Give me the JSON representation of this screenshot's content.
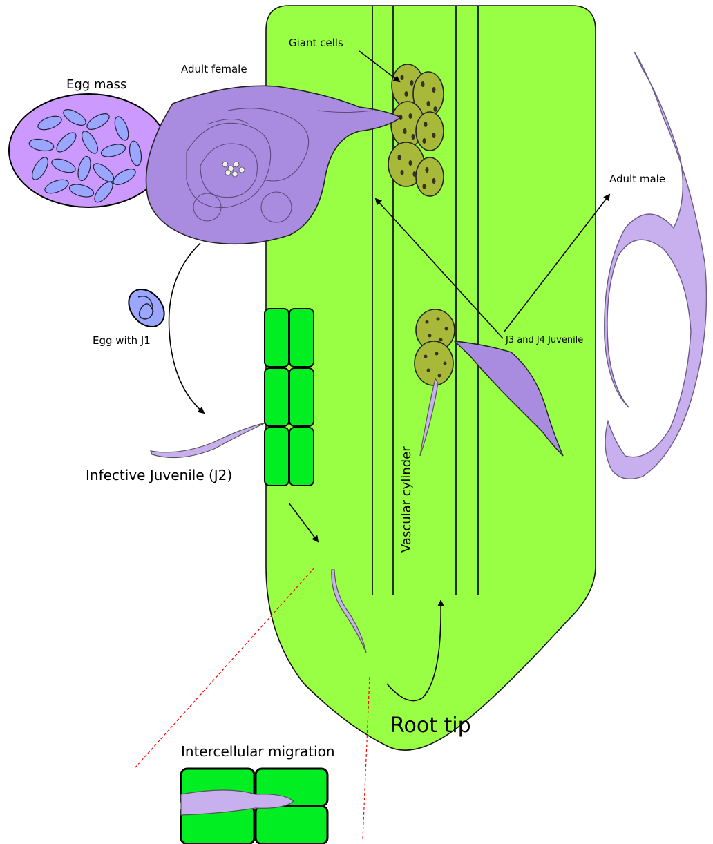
{
  "labels": {
    "egg_mass": "Egg mass",
    "adult_female": "Adult female",
    "giant_cells": "Giant cells",
    "adult_male": "Adult male",
    "egg_with_j1": "Egg with J1",
    "j3_j4": "J3 and J4 Juvenile",
    "infective_juvenile": "Infective Juvenile (J2)",
    "vascular_cylinder": "Vascular cylinder",
    "root_tip": "Root tip",
    "intercellular_migration": "Intercellular migration"
  },
  "colors": {
    "root": "#99ff44",
    "cell": "#00ee22",
    "nematode": "#a98ce0",
    "nematode_light": "#c8b0ee",
    "egg_mass": "#cc99ff",
    "egg": "#9aa6ff",
    "giant_cell": "#a8b838",
    "nucleus": "#333322",
    "dashed": "#ff0000"
  }
}
